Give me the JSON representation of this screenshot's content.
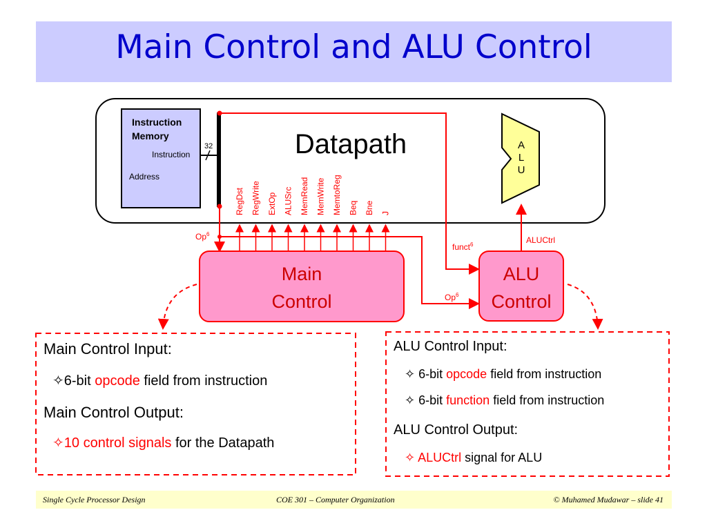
{
  "title": "Main Control and ALU Control",
  "diagram": {
    "instruction_memory": {
      "title_line1": "Instruction",
      "title_line2": "Memory",
      "instruction_label": "Instruction",
      "address_label": "Address"
    },
    "bus_width": "32",
    "datapath_label": "Datapath",
    "alu_letters": [
      "A",
      "L",
      "U"
    ],
    "control_signals": [
      "RegDst",
      "RegWrite",
      "ExtOp",
      "ALUSrc",
      "MemRead",
      "MemWrite",
      "MemtoReg",
      "Beq",
      "Bne",
      "J"
    ],
    "op_label_main": {
      "base": "Op",
      "sup": "6"
    },
    "funct_label": {
      "base": "funct",
      "sup": "6"
    },
    "op_label_alu": {
      "base": "Op",
      "sup": "6"
    },
    "aluctrl_label": "ALUCtrl",
    "main_control": {
      "line1": "Main",
      "line2": "Control"
    },
    "alu_control": {
      "line1": "ALU",
      "line2": "Control"
    }
  },
  "main_box": {
    "heading_input": "Main Control Input:",
    "input_item": {
      "prefix": "6-bit ",
      "highlight": "opcode",
      "suffix": " field from instruction"
    },
    "heading_output": "Main Control Output:",
    "output_item": {
      "highlight": "10 control signals",
      "suffix": " for the Datapath"
    }
  },
  "alu_box": {
    "heading_input": "ALU Control Input:",
    "item1": {
      "prefix": "6-bit ",
      "highlight": "opcode",
      "suffix": " field from instruction"
    },
    "item2": {
      "prefix": "6-bit ",
      "highlight": "function",
      "suffix": " field from instruction"
    },
    "heading_output": "ALU Control Output:",
    "output_item": {
      "highlight": "ALUCtrl",
      "suffix": " signal for ALU"
    }
  },
  "bullet_glyph": "✧",
  "footer": {
    "left": "Single Cycle Processor Design",
    "center": "COE 301 – Computer Organization",
    "right": "© Muhamed Mudawar – slide 41"
  },
  "colors": {
    "title_bg": "#ccccff",
    "title_text": "#0000cc",
    "memory_fill": "#ccccff",
    "control_fill": "#ff99cc",
    "alu_fill": "#ffff99",
    "accent_red": "#ff0000",
    "footer_bg": "#ffffcc"
  }
}
